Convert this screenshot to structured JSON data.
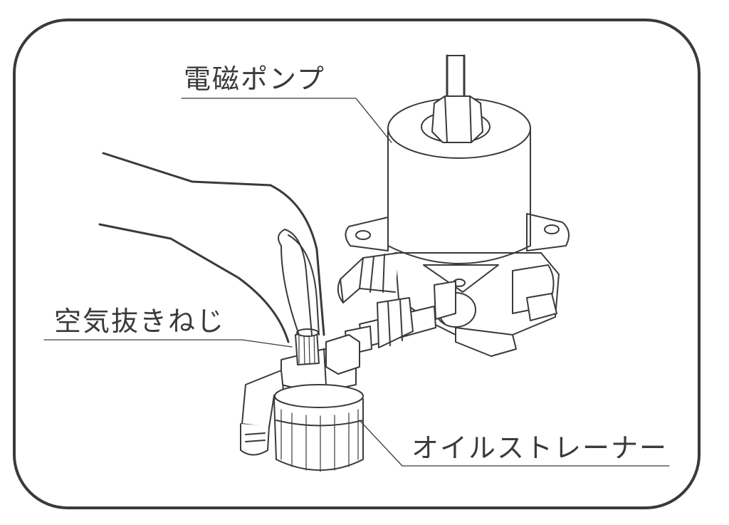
{
  "labels": {
    "pump": "電磁ポンプ",
    "air_bleed_screw": "空気抜きねじ",
    "oil_strainer": "オイルストレーナー"
  },
  "colors": {
    "line": "#3a3a3a",
    "fill": "#ffffff",
    "shadow": "#e9e9e9"
  }
}
